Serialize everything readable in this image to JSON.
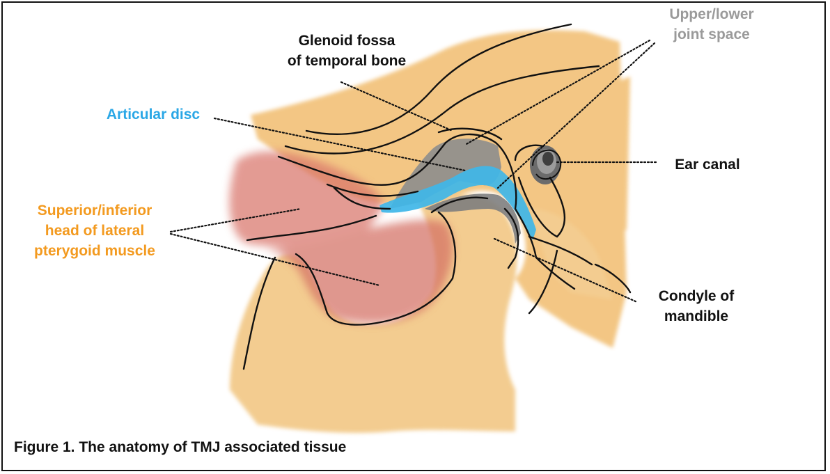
{
  "figure": {
    "caption": "Figure 1. The anatomy of TMJ associated tissue",
    "labels": {
      "glenoid_fossa": [
        "Glenoid fossa",
        "of temporal bone"
      ],
      "joint_space": [
        "Upper/lower",
        "joint space"
      ],
      "articular_disc": [
        "Articular disc"
      ],
      "ear_canal": [
        "Ear canal"
      ],
      "lateral_pterygoid": [
        "Superior/inferior",
        "head of lateral",
        "pterygoid muscle"
      ],
      "condyle": [
        "Condyle of",
        "mandible"
      ]
    },
    "colors": {
      "bone": "#f0b85e",
      "muscle": "#d9766a",
      "disc": "#3fb6e8",
      "joint_space": "#8a8a8a",
      "label_default": "#111111",
      "label_disc": "#2aa7e6",
      "label_muscle": "#f39a1f",
      "label_space": "#9a9a9a"
    }
  }
}
